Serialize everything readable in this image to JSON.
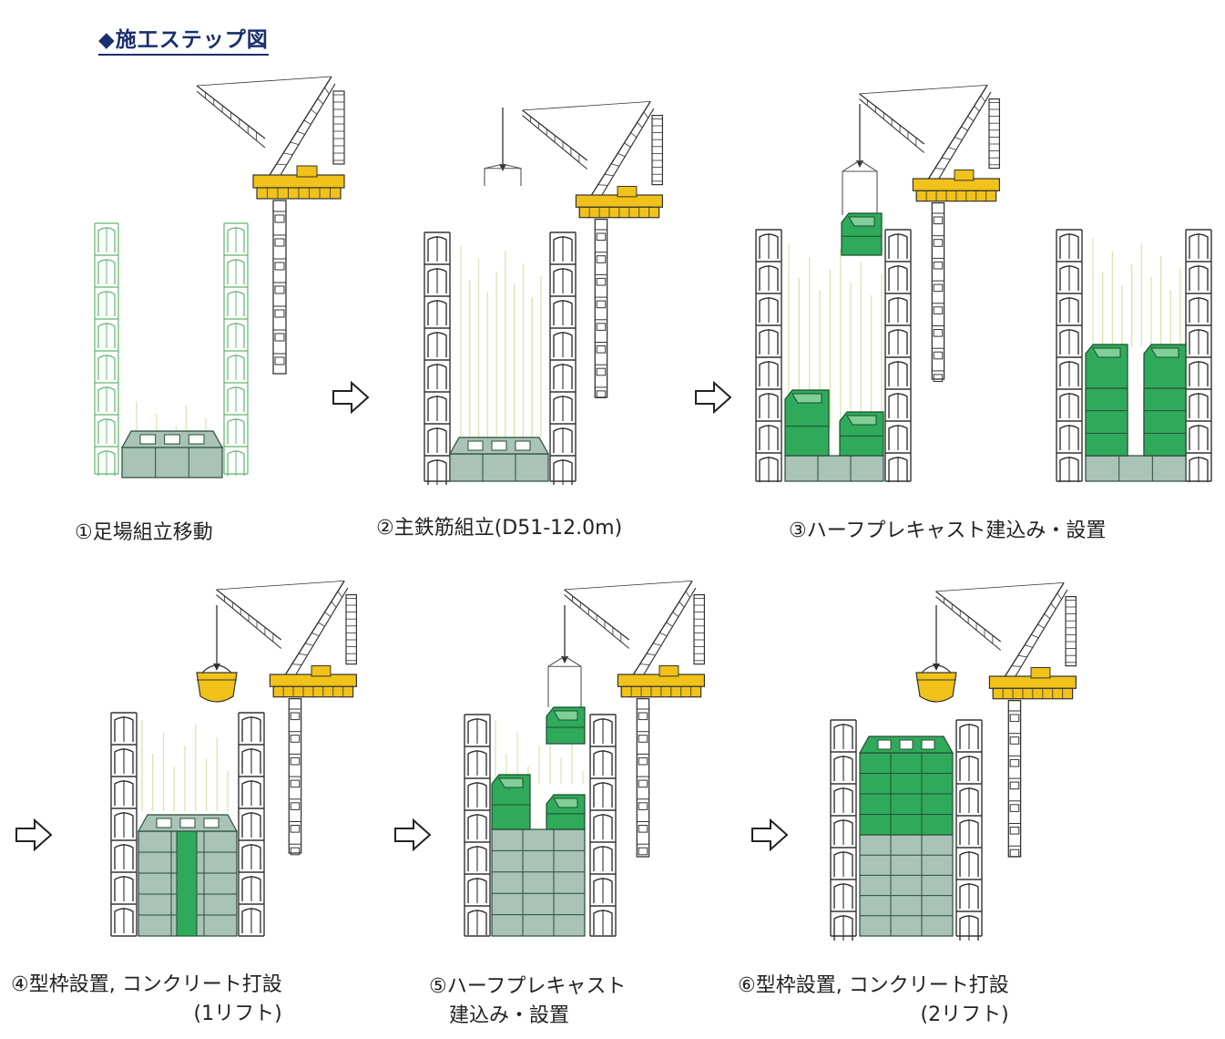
{
  "title": "◆施工ステップ図",
  "steps": [
    {
      "line1": "①足場組立移動",
      "line2": ""
    },
    {
      "line1": "②主鉄筋組立(D51-12.0m)",
      "line2": ""
    },
    {
      "line1": "③ハーフプレキャスト建込み・設置",
      "line2": ""
    },
    {
      "line1": "④型枠設置, コンクリート打設",
      "line2": "(1リフト)"
    },
    {
      "line1": "⑤ハーフプレキャスト",
      "line2": "建込み・設置"
    },
    {
      "line1": "⑥型枠設置, コンクリート打設",
      "line2": "(2リフト)"
    }
  ],
  "colors": {
    "precast_green": "#2faa5a",
    "concrete_gray": "#a9c4b7",
    "crane_yellow": "#f0c21a",
    "rebar_line": "#d8e6b0",
    "scaffold_green": "#5fb56f",
    "title_blue": "#1a2f6e"
  },
  "icons": [
    "next-step-arrow-icon",
    "tower-crane-icon",
    "concrete-bucket-icon",
    "precast-panel-icon"
  ]
}
